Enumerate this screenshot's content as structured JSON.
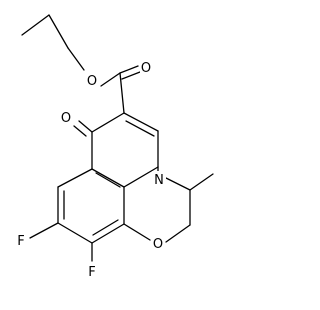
{
  "molecule": {
    "atom_labels": {
      "ester_carbonyl_oxygen": "O",
      "ester_ether_oxygen": "O",
      "ketone_oxygen": "O",
      "ring_nitrogen": "N",
      "ring_oxygen": "O",
      "fluorine_top": "F",
      "fluorine_bottom": "F"
    }
  }
}
